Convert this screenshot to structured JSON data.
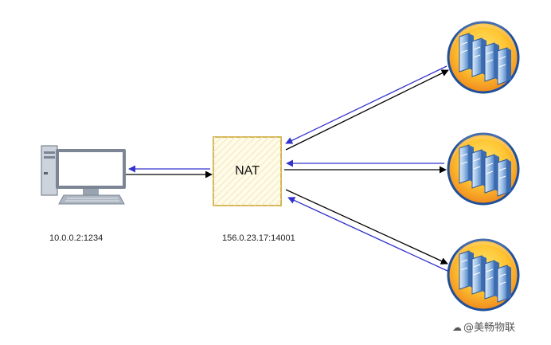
{
  "nodes": {
    "client": {
      "label": "10.0.0.2:1234",
      "icon": "desktop-computer-icon"
    },
    "nat": {
      "title": "NAT",
      "label": "156.0.23.17:14001",
      "fill_color": "#fffbe6",
      "border_color": "#d6b656"
    },
    "servers": [
      {
        "icon": "server-rack-icon"
      },
      {
        "icon": "server-rack-icon"
      },
      {
        "icon": "server-rack-icon"
      }
    ]
  },
  "colors": {
    "outbound_arrow": "#000000",
    "return_arrow": "#3333cc",
    "server_circle_outer": "#f08a1d",
    "server_circle_inner": "#ffd84a",
    "server_circle_border": "#1f4f9a"
  },
  "watermark": {
    "text": "@美畅物联",
    "icon": "weibo-icon"
  }
}
